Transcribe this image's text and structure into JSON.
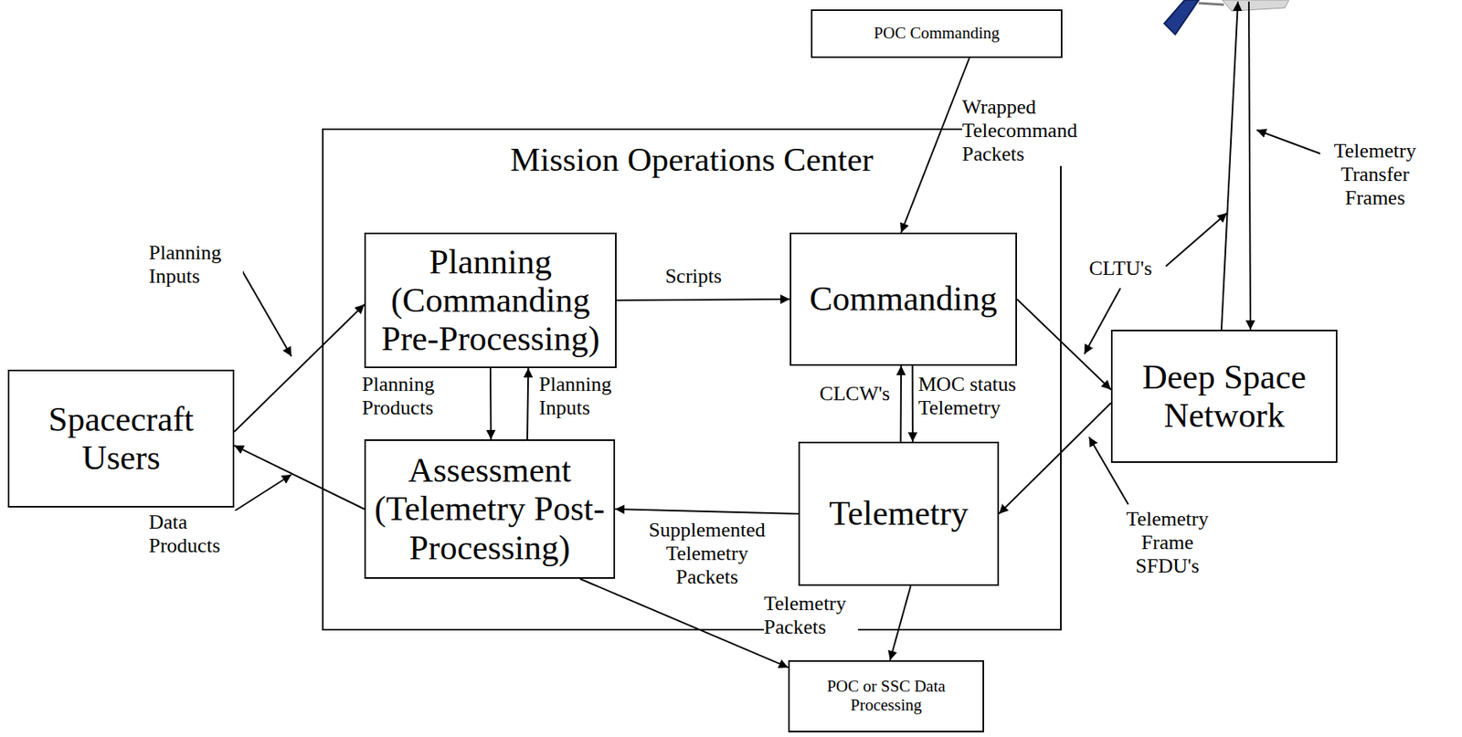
{
  "diagram": {
    "nodes": [
      {
        "text": [
          "Mission Operations Center"
        ]
      },
      {
        "text": [
          "POC Commanding"
        ]
      },
      {
        "text": [
          "Spacecraft Users"
        ]
      },
      {
        "text": [
          "Planning (Commanding Pre-Processing)"
        ],
        "in": 0
      },
      {
        "text": [
          "Commanding"
        ],
        "in": 0
      },
      {
        "text": [
          "Assessment (Telemetry Post-Processing)"
        ],
        "in": 0
      },
      {
        "text": [
          "Telemetry"
        ],
        "in": 0
      },
      {
        "text": [
          "Deep Space Network"
        ]
      },
      {
        "text": [
          "POC or SSC Data Processing"
        ]
      }
    ],
    "edges": [
      {
        "from": 2,
        "to": 3,
        "arrow": "to",
        "label": "Planning Inputs"
      },
      {
        "from": 5,
        "to": 2,
        "arrow": "to",
        "label": "Data Products"
      },
      {
        "from": 3,
        "to": 4,
        "arrow": "to",
        "label": "Scripts"
      },
      {
        "from": 3,
        "to": 5,
        "arrow": "to",
        "label": "Planning Products"
      },
      {
        "from": 5,
        "to": 3,
        "arrow": "to",
        "label": "Planning Inputs"
      },
      {
        "from": 1,
        "to": 4,
        "arrow": "to",
        "label": "Wrapped Telecommand Packets"
      },
      {
        "from": 4,
        "to": 7,
        "arrow": "to",
        "label": "CLTU's"
      },
      {
        "from": 6,
        "to": 4,
        "arrow": "to",
        "label": "CLCW's"
      },
      {
        "from": 4,
        "to": 6,
        "arrow": "to",
        "label": "MOC status Telemetry"
      },
      {
        "from": 7,
        "to": 6,
        "arrow": "to",
        "label": "Telemetry Frame SFDU's"
      },
      {
        "from": 6,
        "to": 5,
        "arrow": "to",
        "label": "Supplemented Telemetry Packets"
      },
      {
        "from": 6,
        "to": 8,
        "arrow": "to",
        "label": "Telemetry Packets"
      },
      {
        "from": 5,
        "to": 8,
        "arrow": "to"
      }
    ],
    "labels": [
      "Telemetry Transfer Frames"
    ]
  }
}
